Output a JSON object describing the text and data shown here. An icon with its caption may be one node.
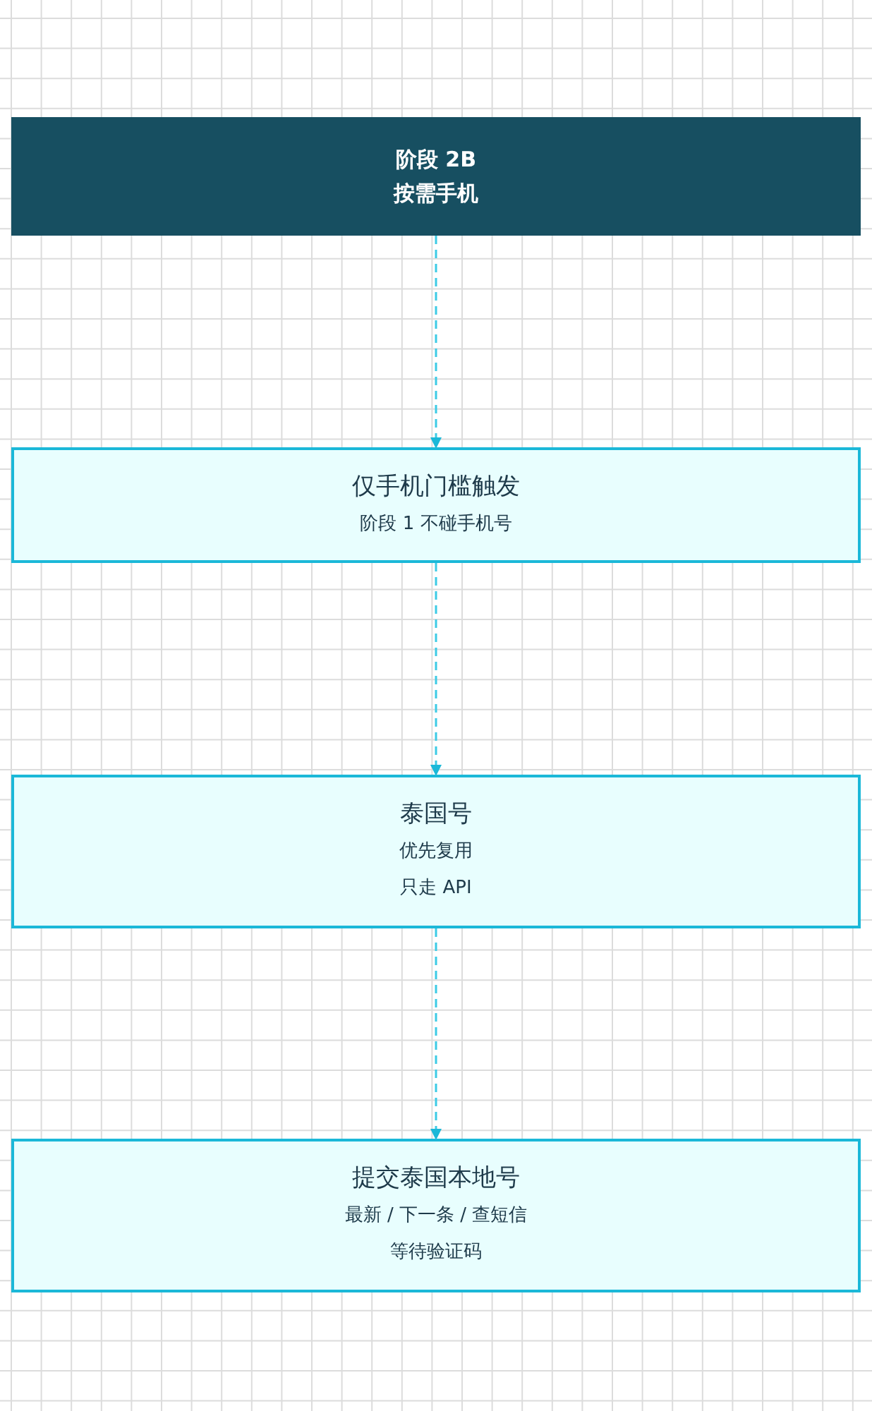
{
  "diagram": {
    "nodes": [
      {
        "text": [
          "阶段 2B",
          "按需手机"
        ]
      },
      {
        "text": [
          "仅手机门槛触发",
          "阶段 1 不碰手机号"
        ]
      },
      {
        "text": [
          "泰国号",
          "优先复用",
          "只走 API"
        ]
      },
      {
        "text": [
          "提交泰国本地号",
          "最新 / 下一条 / 查短信",
          "等待验证码"
        ]
      }
    ],
    "edges": [
      {
        "from": 0,
        "to": 1,
        "arrow": "to",
        "style": "dashed"
      },
      {
        "from": 1,
        "to": 2,
        "arrow": "to",
        "style": "dashed"
      },
      {
        "from": 2,
        "to": 3,
        "arrow": "to",
        "style": "dashed"
      }
    ]
  }
}
